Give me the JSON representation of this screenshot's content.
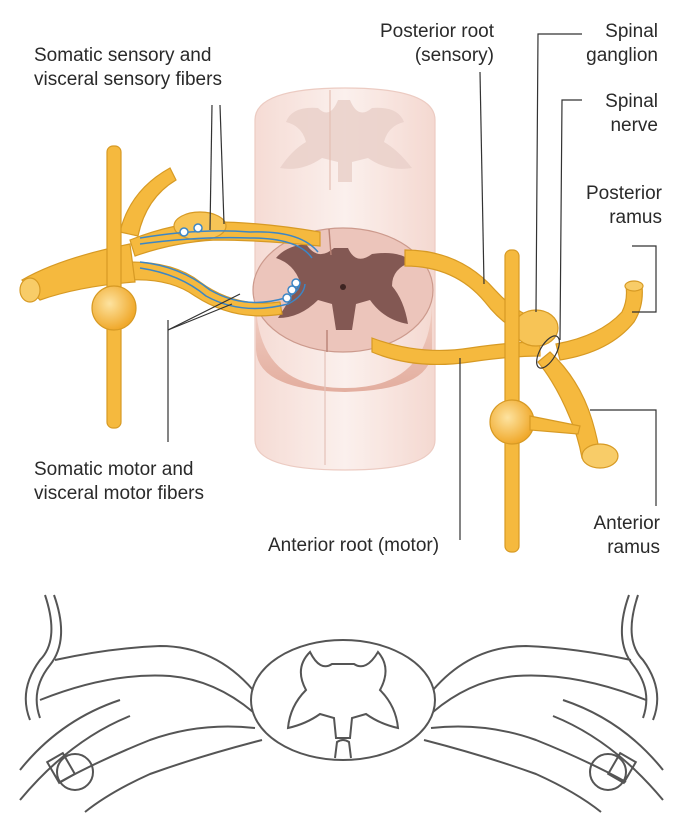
{
  "labels": {
    "somatic_sensory": [
      "Somatic sensory and",
      "visceral sensory fibers"
    ],
    "posterior_root": [
      "Posterior root",
      "(sensory)"
    ],
    "spinal_ganglion": [
      "Spinal",
      "ganglion"
    ],
    "spinal_nerve": [
      "Spinal",
      "nerve"
    ],
    "posterior_ramus": [
      "Posterior",
      "ramus"
    ],
    "somatic_motor": [
      "Somatic motor and",
      "visceral motor fibers"
    ],
    "anterior_root": "Anterior root (motor)",
    "anterior_ramus": [
      "Anterior",
      "ramus"
    ]
  },
  "colors": {
    "nerve": "#f5b93e",
    "nerve_stroke": "#d79a24",
    "cord_light": "#f9e6e1",
    "cord_section": "#e7b9ac",
    "gray_matter": "#7a4e4a",
    "fiber": "#3b86c6",
    "outline": "#555555"
  }
}
